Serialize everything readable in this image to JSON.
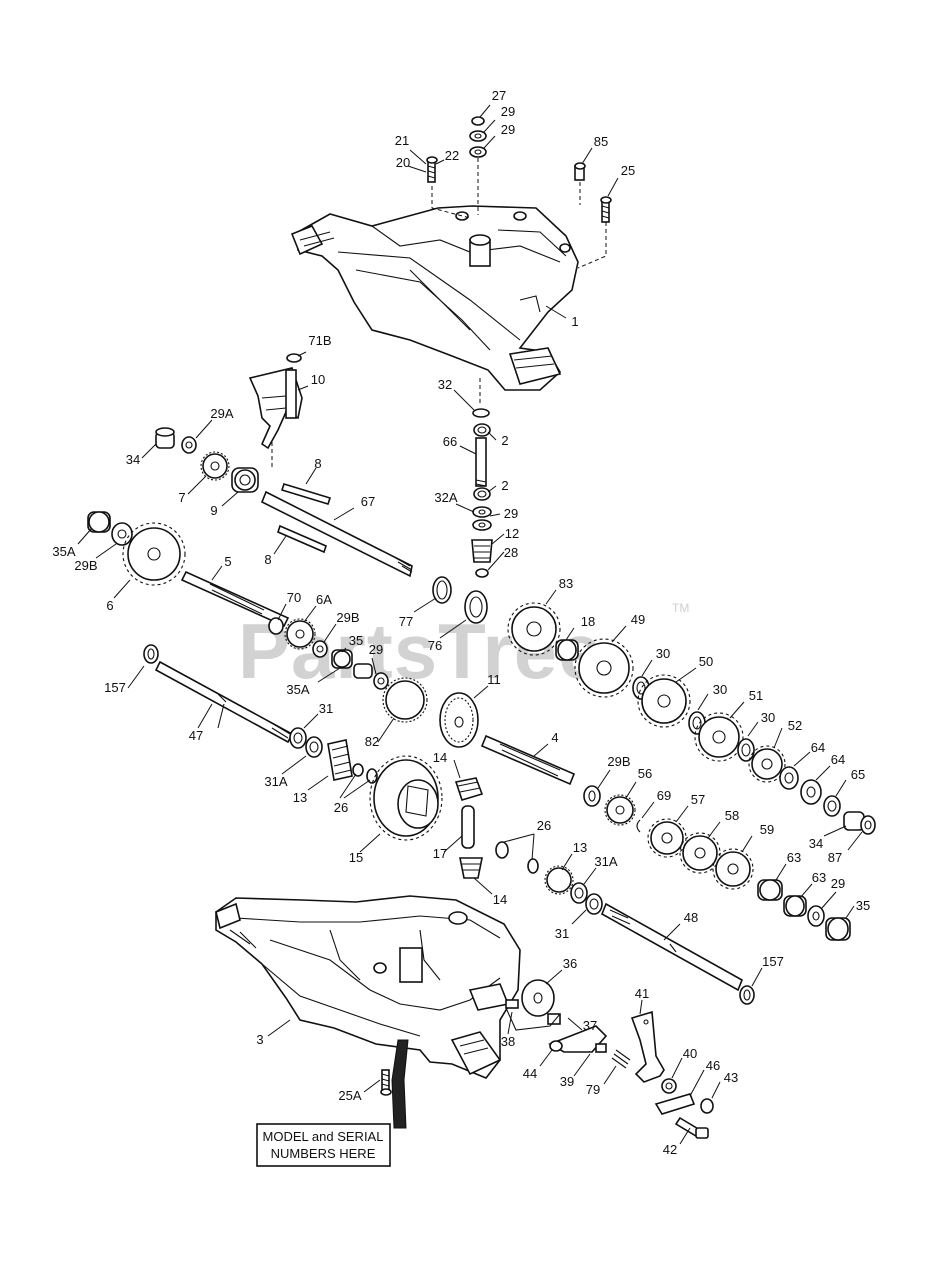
{
  "watermark": {
    "text": "PartsTree",
    "trademark": "TM"
  },
  "note": {
    "line1": "MODEL and SERIAL",
    "line2": "NUMBERS HERE"
  },
  "labels": [
    "27",
    "29",
    "29",
    "21",
    "22",
    "20",
    "85",
    "25",
    "1",
    "71B",
    "10",
    "32",
    "2",
    "66",
    "2",
    "32A",
    "29",
    "12",
    "28",
    "29A",
    "34",
    "7",
    "9",
    "8",
    "67",
    "8",
    "35A",
    "29B",
    "6",
    "5",
    "70",
    "6A",
    "29B",
    "35",
    "29",
    "35A",
    "77",
    "76",
    "83",
    "18",
    "49",
    "30",
    "50",
    "30",
    "51",
    "30",
    "52",
    "64",
    "64",
    "65",
    "157",
    "47",
    "31",
    "31A",
    "13",
    "82",
    "11",
    "14",
    "4",
    "26",
    "15",
    "17",
    "26",
    "14",
    "13",
    "31A",
    "31",
    "29B",
    "56",
    "69",
    "57",
    "58",
    "59",
    "63",
    "63",
    "29",
    "35",
    "34",
    "87",
    "48",
    "157",
    "36",
    "37",
    "38",
    "41",
    "44",
    "39",
    "79",
    "40",
    "46",
    "43",
    "42",
    "3",
    "25A"
  ]
}
